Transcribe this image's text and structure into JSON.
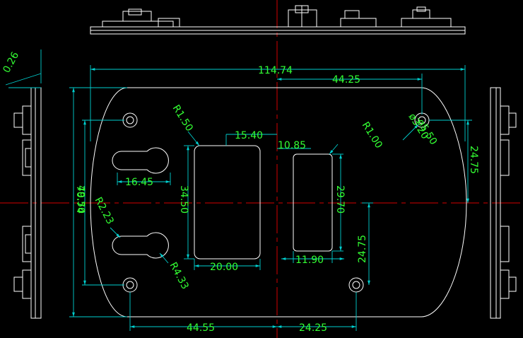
{
  "drawing": {
    "colors": {
      "background": "#000000",
      "outline": "#ffffff",
      "dimension": "#00d0d0",
      "text": "#33ff33",
      "centerline": "#d40000"
    },
    "labels": {
      "overall_width": "114.74",
      "right_half_width": "44.25",
      "hole_spacing_vertical": "49.50",
      "overall_height": "70.74",
      "slot_spacing": "16.45",
      "window_left_offset": "15.40",
      "window_left_radius": "R1.50",
      "window_left_height": "34.50",
      "window_left_width": "20.00",
      "window_right_offset": "10.85",
      "window_right_radius": "R1.00",
      "window_right_height": "29.70",
      "window_right_width": "11.90",
      "keyhole_small_radius": "R2.23",
      "keyhole_large_radius": "R4.33",
      "hole_inner_dia": "ø3.20",
      "hole_outer_dia": "ø5.50",
      "right_upper_height": "24.75",
      "right_lower_height": "24.75",
      "bottom_left": "44.55",
      "bottom_right": "24.25",
      "side_angle": "0.26"
    }
  }
}
